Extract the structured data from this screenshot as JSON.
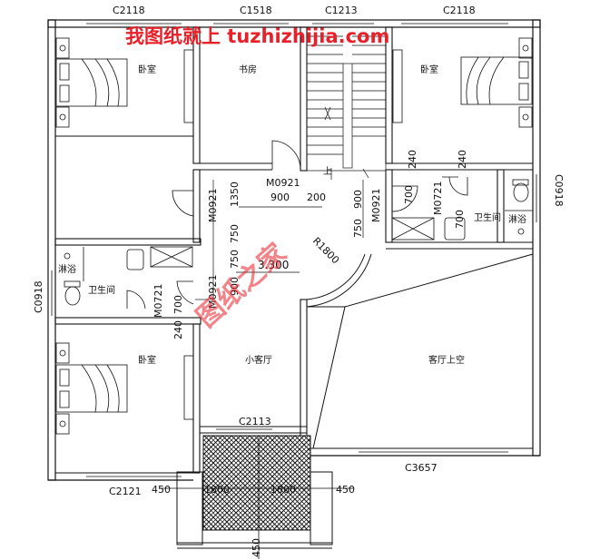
{
  "watermark": {
    "banner": "我图纸就上 tuzhizhijia.com",
    "diagonal": "图纸之家",
    "color": "#e8202a"
  },
  "rooms": {
    "bedroom_nw": "卧室",
    "study": "书房",
    "bedroom_ne": "卧室",
    "bathroom_w": "卫生间",
    "shower_w": "淋浴",
    "bathroom_e": "卫生间",
    "shower_e": "淋浴",
    "bedroom_sw": "卧室",
    "small_living": "小客厅",
    "living_void": "客厅上空"
  },
  "windows": {
    "top_1": "C2118",
    "top_2": "C1518",
    "top_3": "C1213",
    "top_4": "C2118",
    "west": "C0918",
    "east": "C0918",
    "inner": "C2113",
    "bottom_w": "C2121",
    "bottom_e": "C3657"
  },
  "doors": {
    "study": "M0921",
    "left_1": "M0921",
    "left_2": "M0921",
    "right": "M0921",
    "bath_w": "M0721",
    "bath_e": "M0721"
  },
  "dims": {
    "d900a": "900",
    "d200": "200",
    "d1350": "1350",
    "d750a": "750",
    "d750b": "750",
    "d900b": "900",
    "d700a": "700",
    "d240a": "240",
    "d900c": "900",
    "d750c": "750",
    "d240b": "240",
    "d240c": "240",
    "d700b": "700",
    "d700c": "700",
    "elevation": "3.300",
    "radius": "R1800",
    "b450l": "450",
    "b1800l": "1800",
    "b1800r": "1800",
    "b450r": "450",
    "b450v": "450",
    "stair_up": "上"
  },
  "colors": {
    "line": "#111111",
    "wall": "#222222",
    "watermark": "#e8202a"
  }
}
